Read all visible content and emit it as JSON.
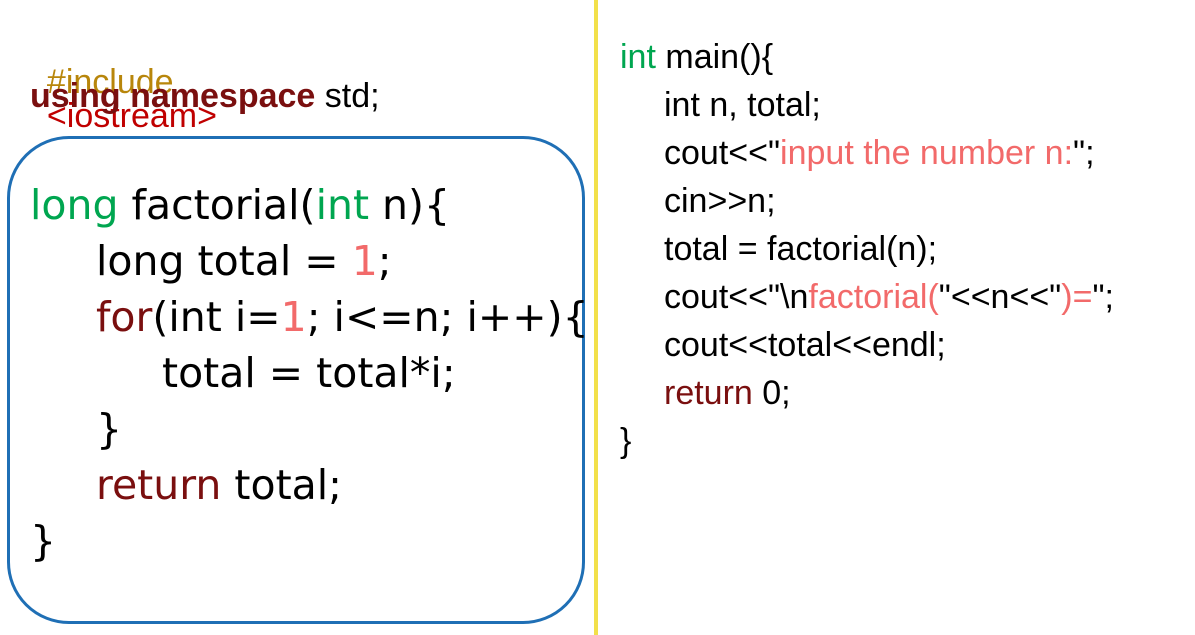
{
  "header": {
    "include_directive": "#include",
    "include_header": "<iostream>",
    "using_keywords": "using namespace",
    "using_rest": " std;"
  },
  "factorial_fn": {
    "l1": {
      "kw_long": "long",
      "name": " factorial(",
      "kw_int": "int",
      "rest": " n){"
    },
    "l2": {
      "text": "long total = ",
      "num": "1",
      "semi": ";"
    },
    "l3": {
      "kw_for": "for",
      "p1": "(int i=",
      "num": "1",
      "p2": "; i<=n; i++){"
    },
    "l4": {
      "text": "total = total*i;"
    },
    "l5": {
      "text": "}"
    },
    "l6": {
      "kw_return": "return",
      "rest": " total;"
    },
    "l7": {
      "text": "}"
    }
  },
  "main_fn": {
    "l1": {
      "kw_int": "int",
      "rest": " main(){"
    },
    "l2": {
      "text": "int n, total;"
    },
    "l3": {
      "pre": "cout<<\"",
      "str": "input the number n:",
      "post": "\";"
    },
    "l4": {
      "text": "cin>>n;"
    },
    "l5": {
      "text": "total = factorial(n);"
    },
    "l6": {
      "pre": "cout<<\"\\n",
      "str1": "factorial(",
      "mid": "\"<<n<<\"",
      "str2": ")=",
      "post": "\";"
    },
    "l7": {
      "text": "cout<<total<<endl;"
    },
    "l8": {
      "kw_return": "return",
      "rest": " 0;"
    },
    "l9": {
      "text": "}"
    }
  },
  "colors": {
    "keyword_type": "#00a650",
    "keyword_control": "#7a0f0f",
    "string_literal": "#f26a6a",
    "number_literal": "#f26a6a",
    "box_border": "#1f6fb5",
    "divider": "#f2e04a"
  }
}
